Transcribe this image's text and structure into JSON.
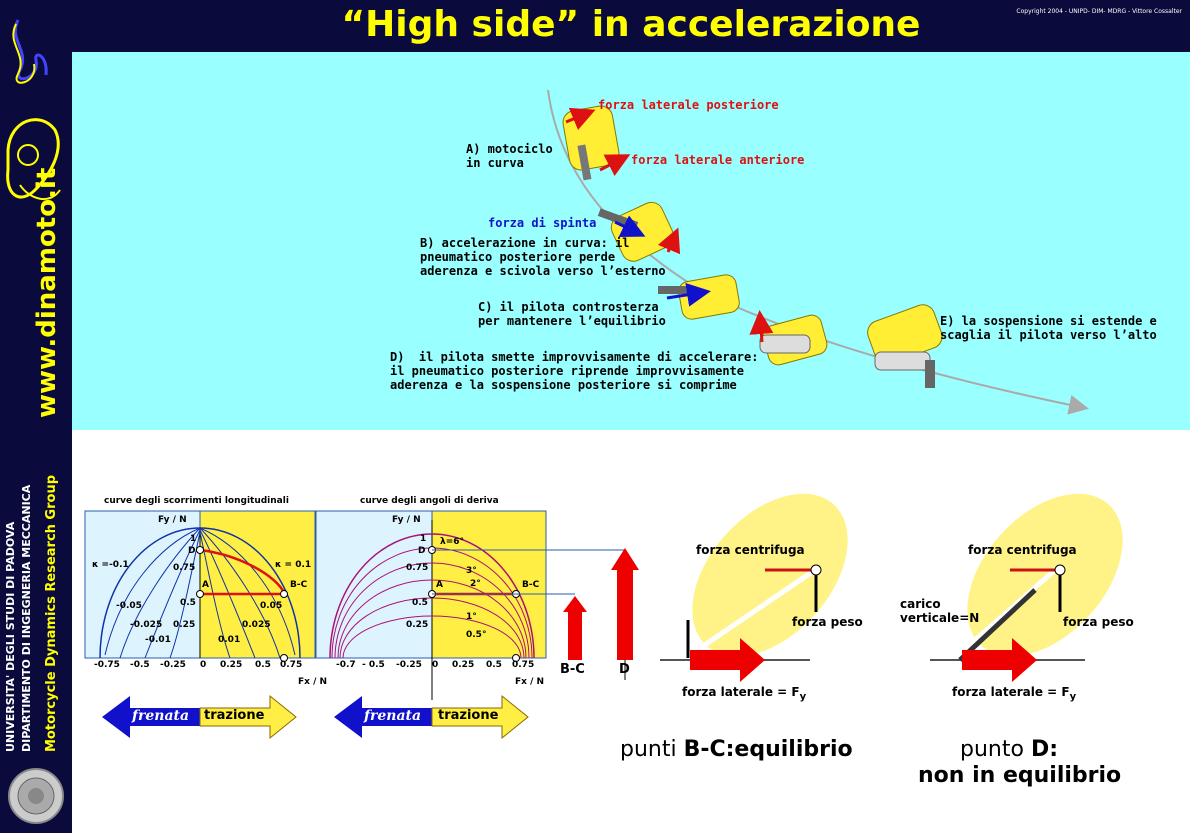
{
  "title": "“High side”  in accelerazione",
  "copyright": "Copyright 2004 - UNIPD- DIM- MDRG - Vittore Cossalter",
  "sidebar": {
    "website": "www.dinamoto.it",
    "university": "UNIVERSITA' DEGLI STUDI DI PADOVA",
    "department": "DIPARTIMENTO DI INGEGNERIA MECCANICA",
    "group": "Motorcycle Dynamics Research Group"
  },
  "top": {
    "forza_lat_post": "forza laterale posteriore",
    "forza_lat_ant": "forza laterale anteriore",
    "forza_spinta": "forza di spinta",
    "stepA": "A) motociclo\nin curva",
    "stepB": "B) accelerazione in curva: il\npneumatico posteriore perde\naderenza e scivola verso l’esterno",
    "stepC": "C) il pilota controsterza\nper mantenere l’equilibrio",
    "stepD": "D)  il pilota smette improvvisamente di accelerare:\nil pneumatico posteriore riprende improvvisamente\naderenza e la sospensione posteriore si comprime",
    "stepE": "E) la sospensione si estende e\nscaglia il pilota verso l’alto"
  },
  "chart1": {
    "title": "curve degli scorrimenti longitudinali",
    "ylabel": "Fy / N",
    "xlabel": "Fx / N",
    "xticks": [
      "-0.75",
      "-0.5",
      "-0.25",
      "0",
      "0.25",
      "0.5",
      "0.75"
    ],
    "yticks": [
      "1",
      "0.75",
      "0.5",
      "0.25"
    ],
    "curve_labels": [
      "κ =-0.1",
      "-0.05",
      "-0.025",
      "-0.01",
      "0.01",
      "0.025",
      "0.05",
      "κ = 0.1"
    ],
    "points": [
      "D",
      "A",
      "B-C"
    ]
  },
  "chart2": {
    "title": "curve degli angoli di deriva",
    "ylabel": "Fy / N",
    "xlabel": "Fx / N",
    "xticks": [
      "-0.7",
      "- 0.5",
      "-0.25",
      "0",
      "0.25",
      "0.5",
      "0.75"
    ],
    "yticks": [
      "1",
      "0.75",
      "0.5",
      "0.25"
    ],
    "curve_labels": [
      "λ=6°",
      "3°",
      "2°",
      "1°",
      "0.5°"
    ],
    "points": [
      "D",
      "A",
      "B-C"
    ]
  },
  "bars": {
    "bc": "B-C",
    "d": "D"
  },
  "arrows": {
    "frenata": "frenata",
    "trazione": "trazione"
  },
  "right": {
    "forza_centrifuga": "forza centrifuga",
    "forza_peso": "forza peso",
    "forza_laterale": "forza laterale = F",
    "sub_y": "y",
    "carico": "carico\nverticale=N",
    "punti_prefix": "punti ",
    "punti_bold": "B-C:equilibrio",
    "punto_prefix": "punto ",
    "punto_bold": "D:",
    "non_eq": "non in equilibrio"
  }
}
